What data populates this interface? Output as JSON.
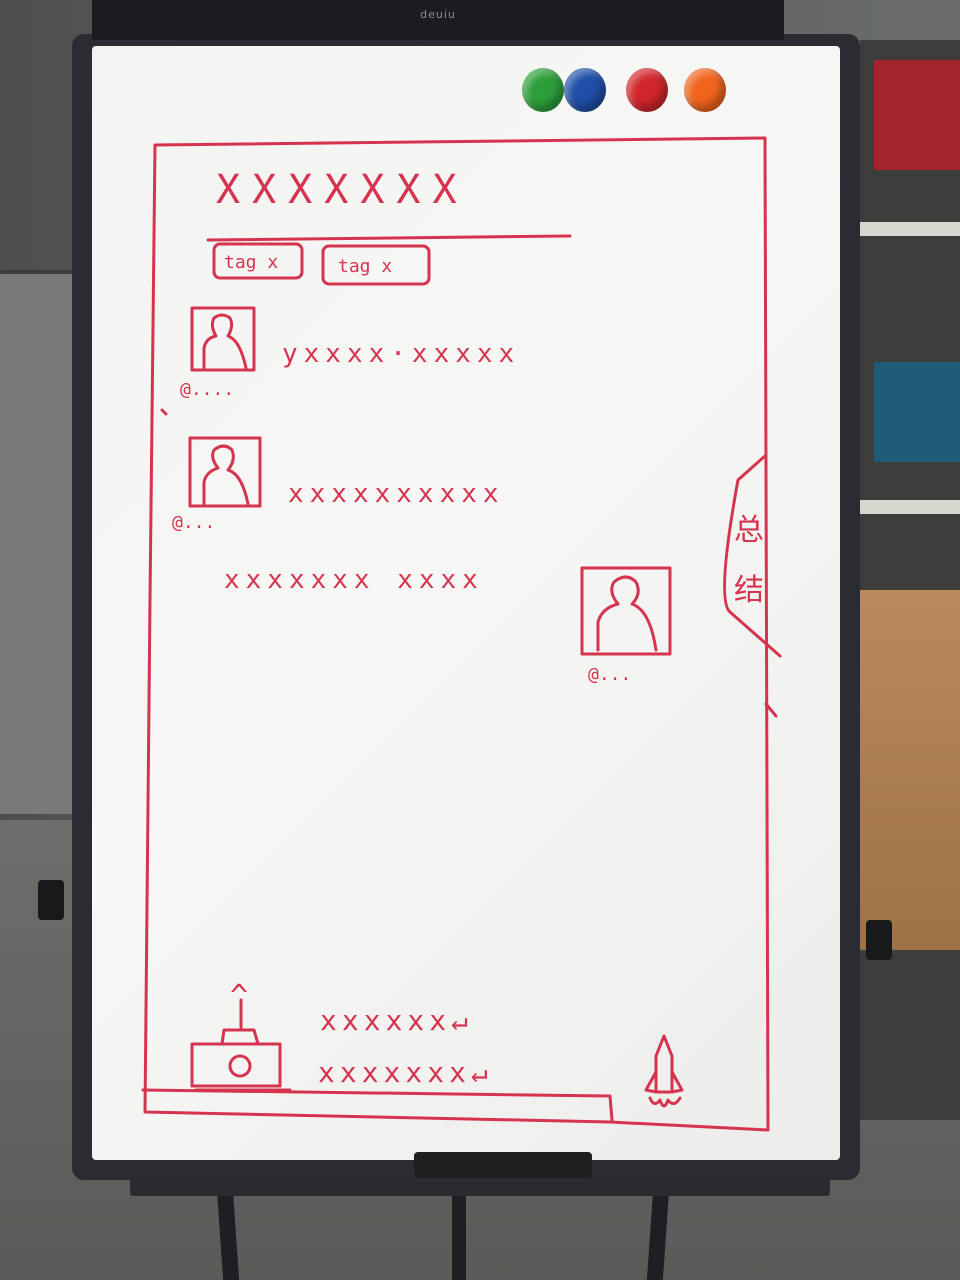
{
  "brand": "deuiu",
  "magnets": [
    {
      "name": "green",
      "color": "#2c9f3a"
    },
    {
      "name": "blue",
      "color": "#1f4fa6"
    },
    {
      "name": "red",
      "color": "#d1262b"
    },
    {
      "name": "orange",
      "color": "#f0641c"
    }
  ],
  "ink_color": "#d6334f",
  "sketch": {
    "title": "XXXXXXX",
    "tags": [
      "tag x",
      "tag x"
    ],
    "messages": [
      {
        "text": "yxxxx·xxxxx",
        "handle": "@...."
      },
      {
        "text": "xxxxxxxxxx",
        "handle": "@..."
      },
      {
        "text": "xxxxxxx xxxx",
        "handle": "@..."
      }
    ],
    "side_tab_chars": [
      "总",
      "结"
    ],
    "composer": {
      "line1": "xxxxxx↵",
      "line2": "xxxxxxx↵",
      "upload_arrow": "^"
    }
  }
}
